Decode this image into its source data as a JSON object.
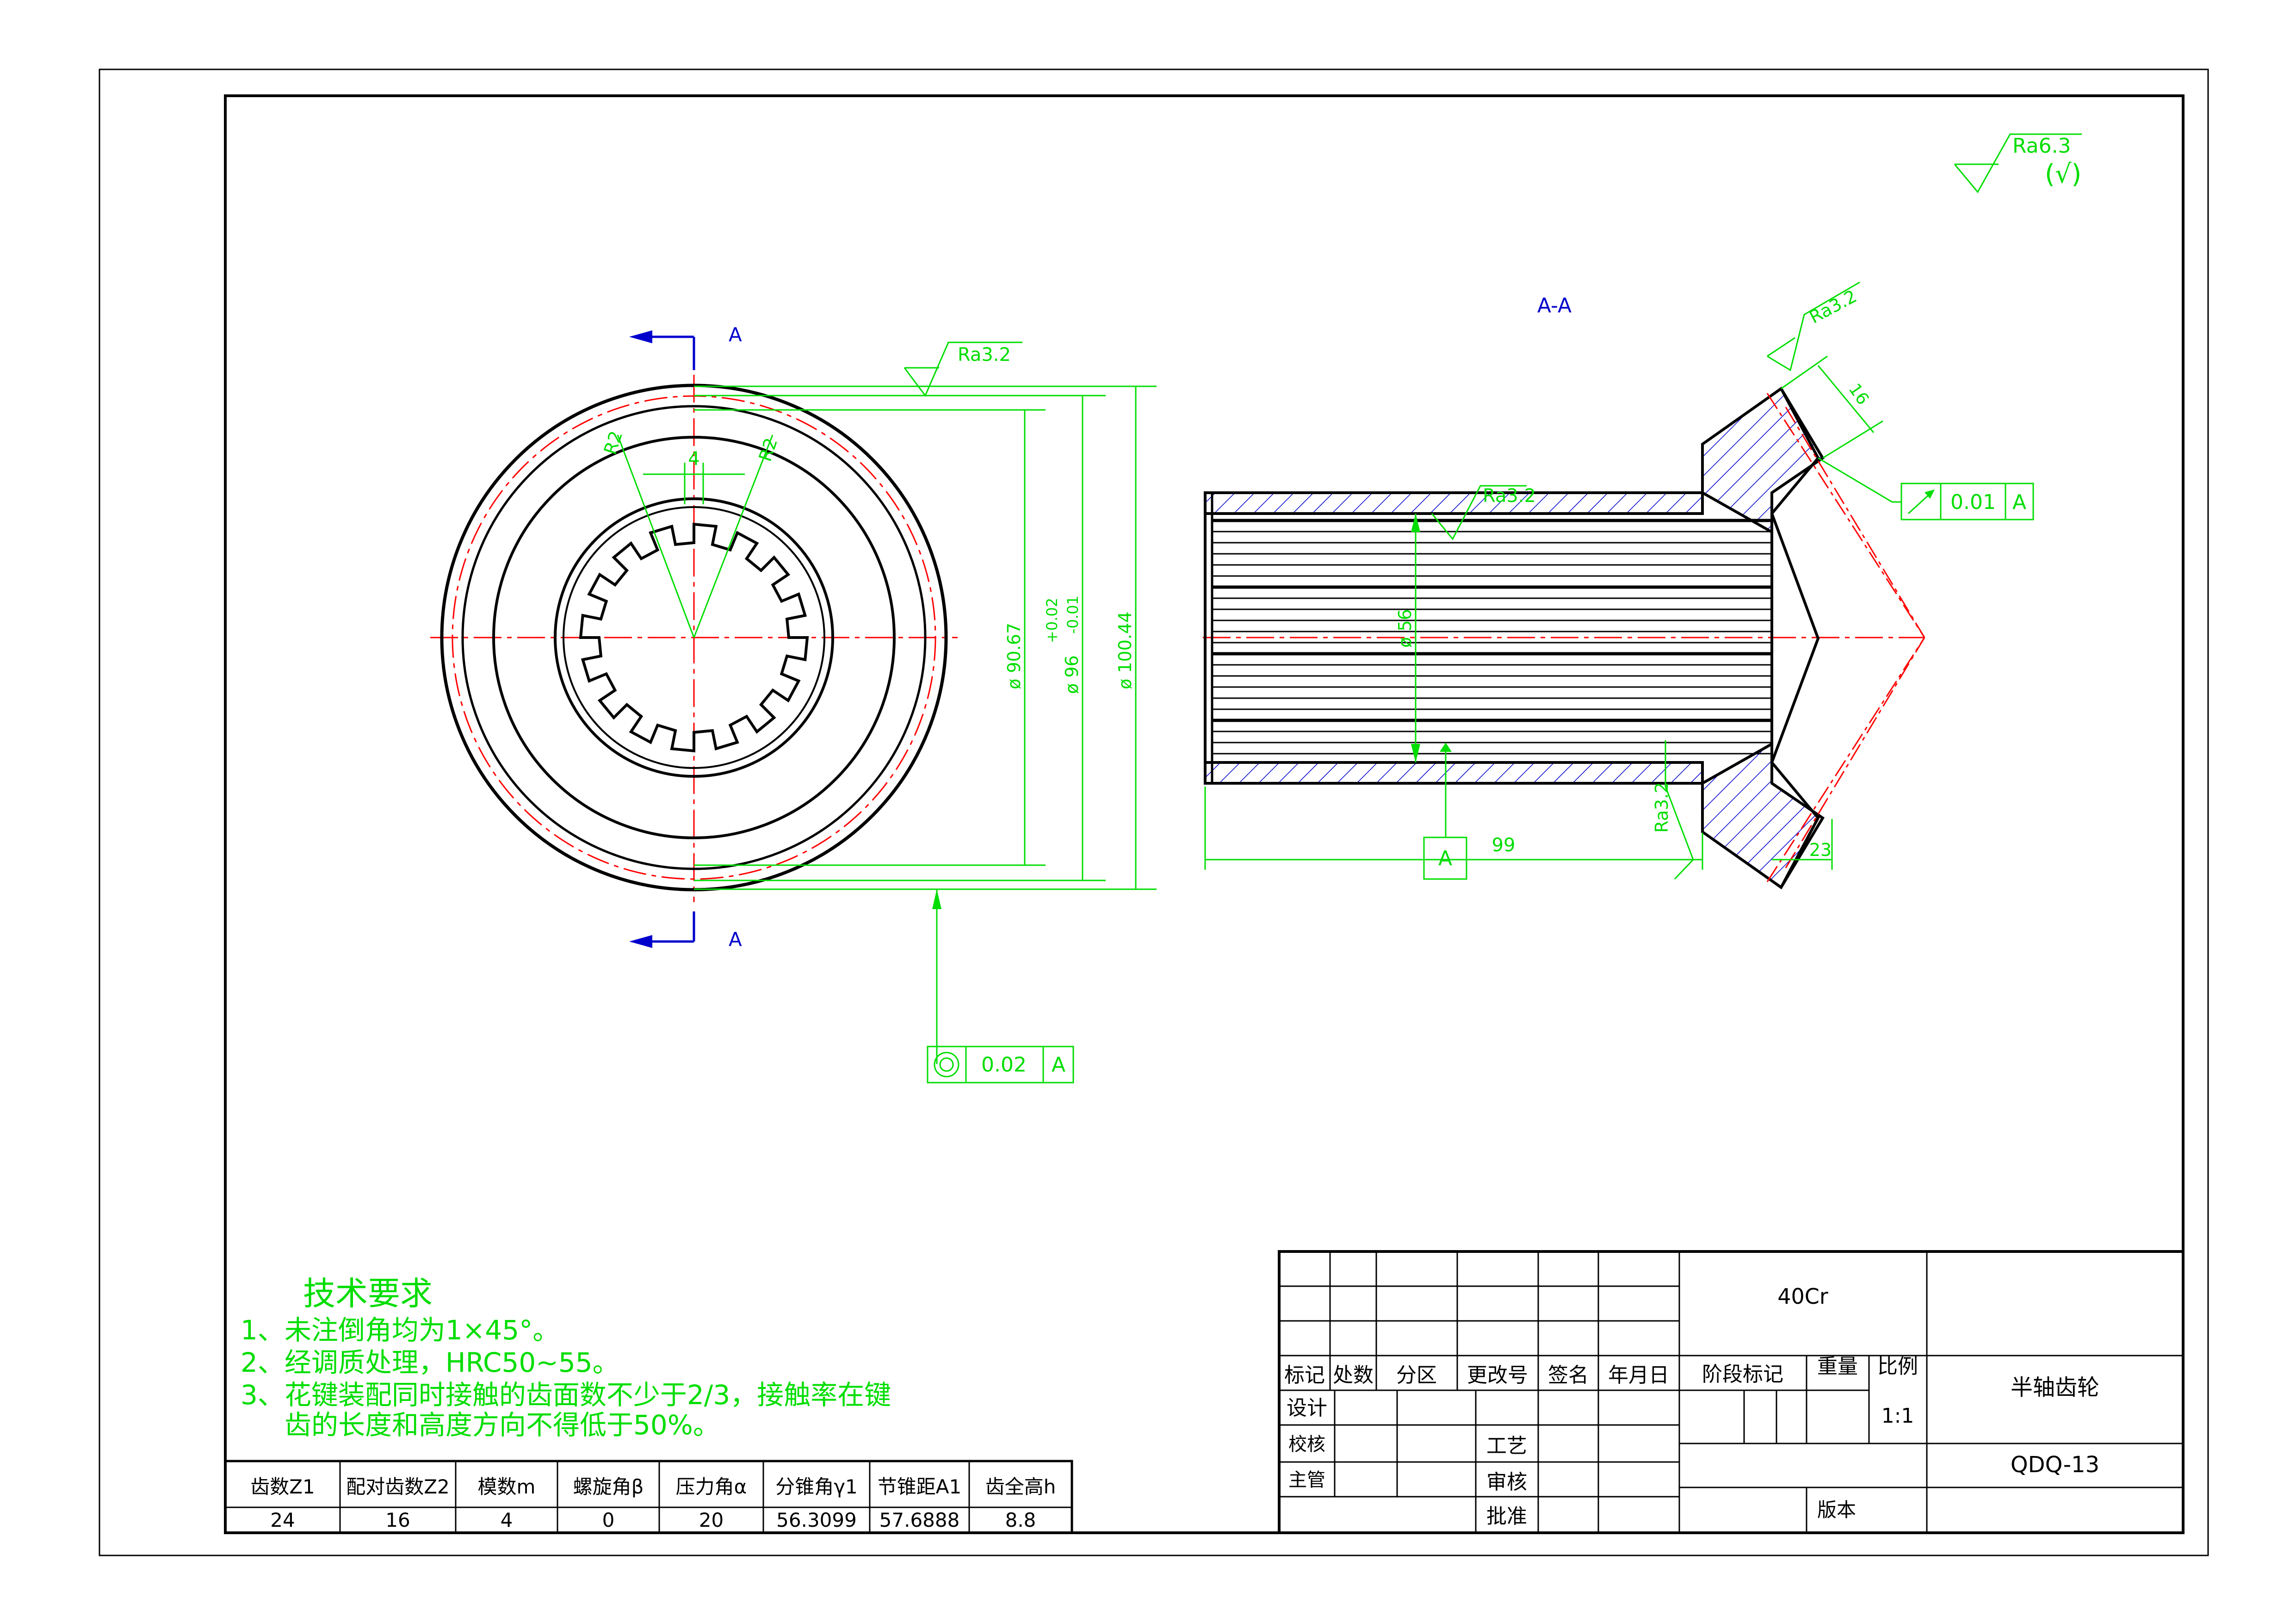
{
  "drawing": {
    "section_label": "A-A",
    "cut_plane_letter": "A",
    "datum_letter": "A",
    "general_roughness": "Ra6.3",
    "general_roughness_paren": "(√)"
  },
  "dims": {
    "key_width": "4",
    "r_left": "R2",
    "r_right": "R2",
    "d_90_67": "ø 90.67",
    "d_96": "ø 96",
    "d_96_tol_upper": "+0.02",
    "d_96_tol_lower": "-0.01",
    "d_100_44": "ø 100.44",
    "d_56": "ø 56",
    "len_99": "99",
    "len_16": "16",
    "len_23": "23"
  },
  "roughness": {
    "outer": "Ra3.2",
    "bore": "Ra3.2",
    "cone": "Ra3.2",
    "face": "Ra3.2"
  },
  "tolerance_frames": {
    "runout": {
      "symbol": "runout",
      "value": "0.01",
      "datum": "A"
    },
    "concentricity": {
      "symbol": "concentricity",
      "value": "0.02",
      "datum": "A"
    }
  },
  "tech_requirements": {
    "title": "技术要求",
    "lines": [
      "1、未注倒角均为1×45°。",
      "2、经调质处理，HRC50~55。",
      "3、花键装配同时接触的齿面数不少于2/3，接触率在键",
      "齿的长度和高度方向不得低于50%。"
    ]
  },
  "gear_table": {
    "headers": [
      "齿数Z1",
      "配对齿数Z2",
      "模数m",
      "螺旋角β",
      "压力角α",
      "分锥角γ1",
      "节锥距A1",
      "齿全高h"
    ],
    "values": [
      "24",
      "16",
      "4",
      "0",
      "20",
      "56.3099",
      "57.6888",
      "8.8"
    ]
  },
  "title_block": {
    "material": "40Cr",
    "part_name": "半轴齿轮",
    "drawing_number": "QDQ-13",
    "rev_headers": [
      "标记",
      "处数",
      "分区",
      "更改号",
      "签名",
      "年月日"
    ],
    "stage_mark": "阶段标记",
    "weight": "重量",
    "scale_label": "比例",
    "scale_value": "1:1",
    "design": "设计",
    "check": "校核",
    "supervisor": "主管",
    "process": "工艺",
    "review": "审核",
    "approve": "批准",
    "version": "版本"
  }
}
